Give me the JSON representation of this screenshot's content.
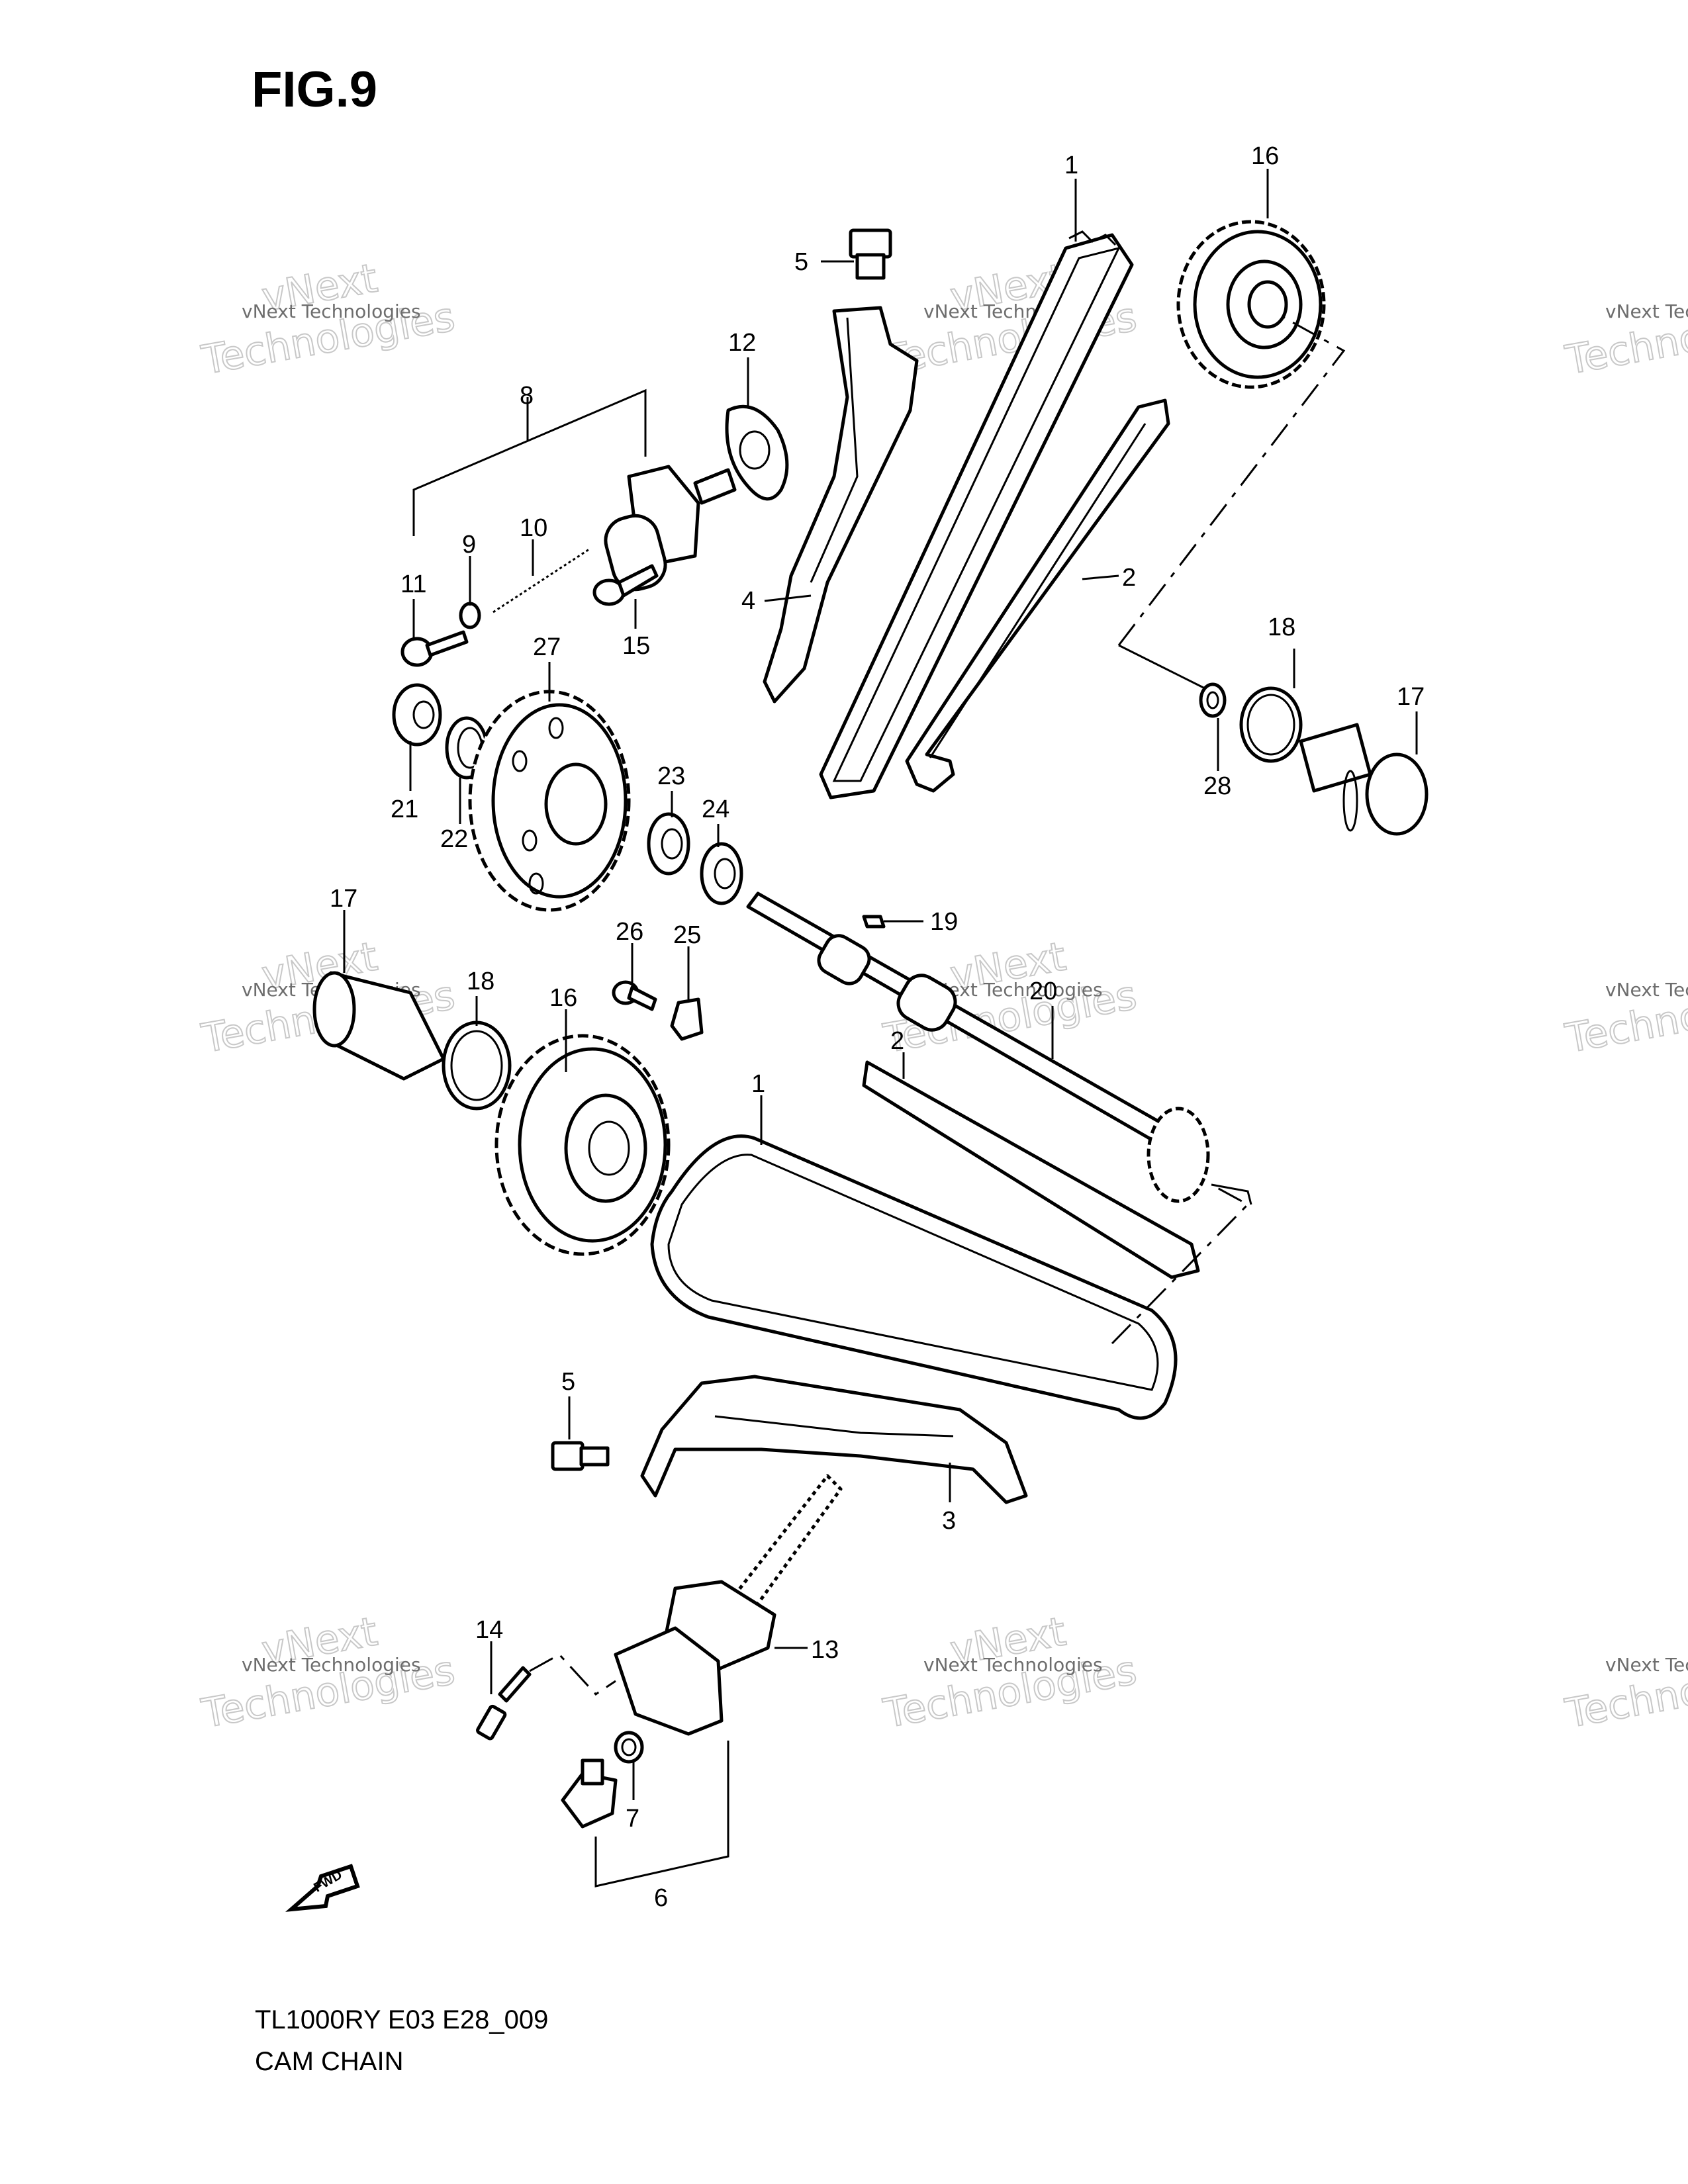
{
  "figure": {
    "title": "FIG.9",
    "model_code": "TL1000RY E03 E28_009",
    "caption": "CAM CHAIN",
    "fwd_label": "FWD"
  },
  "watermark": {
    "line1": "vNext Technologies",
    "line2": "vNext",
    "line3": "Technologies"
  },
  "callouts": {
    "c1a": "1",
    "c16a": "16",
    "c5a": "5",
    "c12": "12",
    "c8": "8",
    "c9": "9",
    "c10": "10",
    "c11": "11",
    "c15": "15",
    "c4": "4",
    "c2a": "2",
    "c18a": "18",
    "c17a": "17",
    "c28": "28",
    "c27": "27",
    "c21": "21",
    "c22": "22",
    "c23": "23",
    "c24": "24",
    "c19": "19",
    "c17b": "17",
    "c18b": "18",
    "c16b": "16",
    "c26": "26",
    "c25": "25",
    "c20": "20",
    "c2b": "2",
    "c1b": "1",
    "c5b": "5",
    "c3": "3",
    "c14": "14",
    "c13": "13",
    "c7": "7",
    "c6": "6"
  }
}
